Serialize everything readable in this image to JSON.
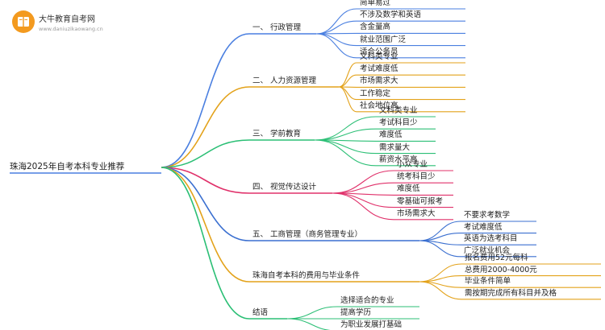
{
  "logo": {
    "title": "大牛教育自考网",
    "url": "www.daniuzikaowang.cn"
  },
  "root": "珠海2025年自考本科专业推荐",
  "branches": [
    {
      "label": "一、 行政管理",
      "color": "#4a7fe0",
      "children": [
        "简单易过",
        "不涉及数学和英语",
        "含金量高",
        "就业范围广泛",
        "适合公务员"
      ]
    },
    {
      "label": "二、 人力资源管理",
      "color": "#e3a21a",
      "children": [
        "文科类专业",
        "考试难度低",
        "市场需求大",
        "工作稳定",
        "社会地位高"
      ]
    },
    {
      "label": "三、 学前教育",
      "color": "#2bbf75",
      "children": [
        "文科类专业",
        "考试科目少",
        "难度低",
        "需求量大",
        "薪资水平高"
      ]
    },
    {
      "label": "四、 视觉传达设计",
      "color": "#e0306a",
      "children": [
        "小众专业",
        "统考科目少",
        "难度低",
        "零基础可报考",
        "市场需求大"
      ]
    },
    {
      "label": "五、 工商管理（商务管理专业）",
      "color": "#3a6fd0",
      "children": [
        "不要求考数学",
        "考试难度低",
        "英语为选考科目",
        "广泛就业机会"
      ]
    },
    {
      "label": "珠海自考本科的费用与毕业条件",
      "color": "#e3a21a",
      "children": [
        "报名费用52元每科",
        "总费用2000-4000元",
        "毕业条件简单",
        "需按期完成所有科目并及格"
      ]
    },
    {
      "label": "结语",
      "color": "#2bbf75",
      "children": [
        "选择适合的专业",
        "提高学历",
        "为职业发展打基础"
      ]
    }
  ]
}
